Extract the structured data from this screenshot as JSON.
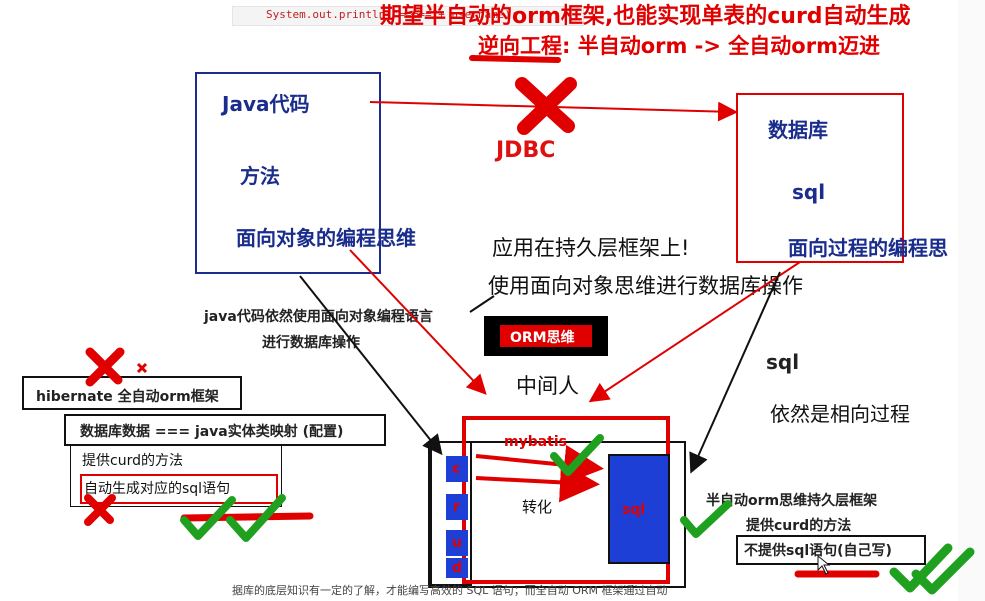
{
  "code": {
    "text": "System.out.println(\"=====\"+ username);"
  },
  "headline": {
    "line1": "期望半自动的orm框架,也能实现单表的curd自动生成",
    "line2": "逆向工程: 半自动orm -> 全自动orm迈进"
  },
  "left_box": {
    "title": "Java代码",
    "item1": "方法",
    "item2": "面向对象的编程思维"
  },
  "right_box": {
    "title": "数据库",
    "item1": "sql",
    "item2": "面向过程的编程思"
  },
  "jdbc_label": "JDBC",
  "center": {
    "line1": "应用在持久层框架上!",
    "line2": "使用面向对象思维进行数据库操作",
    "orm_badge": "ORM思维",
    "middleman": "中间人"
  },
  "left_note": {
    "line1": "java代码依然使用面向对象编程语言",
    "line2": "进行数据库操作"
  },
  "right_note": {
    "line1": "sql",
    "line2": "依然是相向过程"
  },
  "hibernate": {
    "title": "hibernate 全自动orm框架",
    "mapping": "数据库数据 === java实体类映射 (配置)",
    "provide": "提供curd的方法",
    "auto_sql": "自动生成对应的sql语句"
  },
  "mybatis": {
    "label": "mybatis",
    "crud": [
      "c",
      "r",
      "u",
      "d"
    ],
    "convert": "转化",
    "sql": "sql"
  },
  "semi": {
    "title": "半自动orm思维持久层框架",
    "provide": "提供curd的方法",
    "no_sql": "不提供sql语句(自己写)"
  },
  "subtitle": "据库的底层知识有一定的了解，才能编写高效的 SQL 语句；而全自动 ORM 框架通过自动",
  "colors": {
    "blue": "#1a2d8c",
    "red": "#e00000",
    "green": "#1fa01f",
    "crud_blue": "#1d3fd6"
  },
  "icons": [
    "red-cross-icon",
    "green-check-icon",
    "arrow-icon"
  ]
}
